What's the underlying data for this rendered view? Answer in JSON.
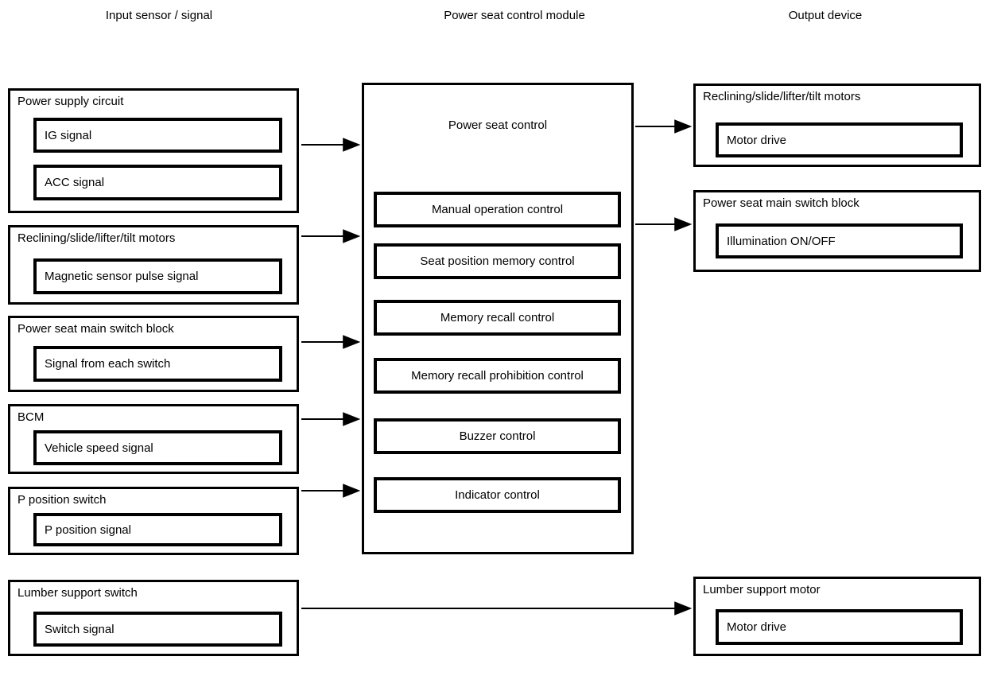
{
  "headers": {
    "input": "Input sensor / signal",
    "module": "Power seat control module",
    "output": "Output device"
  },
  "input_boxes": [
    {
      "label": "Power supply circuit",
      "signals": [
        "IG signal",
        "ACC signal"
      ]
    },
    {
      "label": "Reclining/slide/lifter/tilt motors",
      "signals": [
        "Magnetic sensor pulse signal"
      ]
    },
    {
      "label": "Power seat main switch block",
      "signals": [
        "Signal from each switch"
      ]
    },
    {
      "label": "BCM",
      "signals": [
        "Vehicle speed signal"
      ]
    },
    {
      "label": "P position switch",
      "signals": [
        "P position signal"
      ]
    },
    {
      "label": "Lumber support switch",
      "signals": [
        "Switch signal"
      ]
    }
  ],
  "module_box": {
    "title": "Power seat control",
    "functions": [
      "Manual operation control",
      "Seat position memory control",
      "Memory recall control",
      "Memory recall prohibition control",
      "Buzzer control",
      "Indicator control"
    ]
  },
  "output_boxes": [
    {
      "label": "Reclining/slide/lifter/tilt motors",
      "signals": [
        "Motor drive"
      ]
    },
    {
      "label": "Power seat main switch block",
      "signals": [
        "Illumination ON/OFF"
      ]
    },
    {
      "label": "Lumber support motor",
      "signals": [
        "Motor drive"
      ]
    }
  ],
  "connections": [
    {
      "from": "Power supply circuit",
      "to": "Power seat control"
    },
    {
      "from": "Reclining/slide/lifter/tilt motors",
      "to": "Power seat control"
    },
    {
      "from": "Power seat main switch block",
      "to": "Power seat control"
    },
    {
      "from": "BCM",
      "to": "Power seat control"
    },
    {
      "from": "P position switch",
      "to": "Power seat control"
    },
    {
      "from": "Power seat control",
      "to": "Reclining/slide/lifter/tilt motors"
    },
    {
      "from": "Power seat control",
      "to": "Power seat main switch block"
    },
    {
      "from": "Lumber support switch",
      "to": "Lumber support motor"
    }
  ],
  "colors": {
    "line": "#000000",
    "background": "#ffffff"
  }
}
